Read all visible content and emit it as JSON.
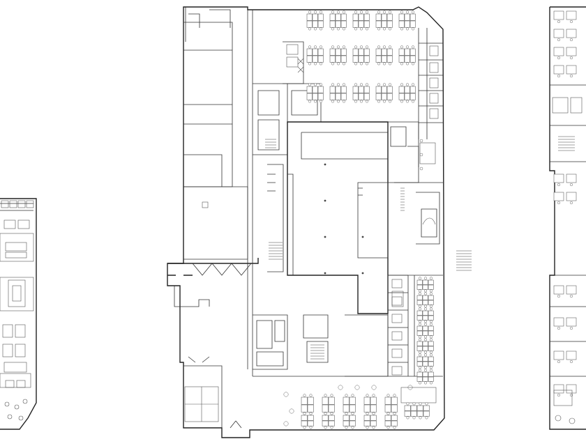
{
  "drawing": {
    "type": "architectural floor plan",
    "line_color": "#222222",
    "background": "#ffffff",
    "wings": [
      "west-wing-partial",
      "central-building",
      "east-wing-partial"
    ]
  }
}
